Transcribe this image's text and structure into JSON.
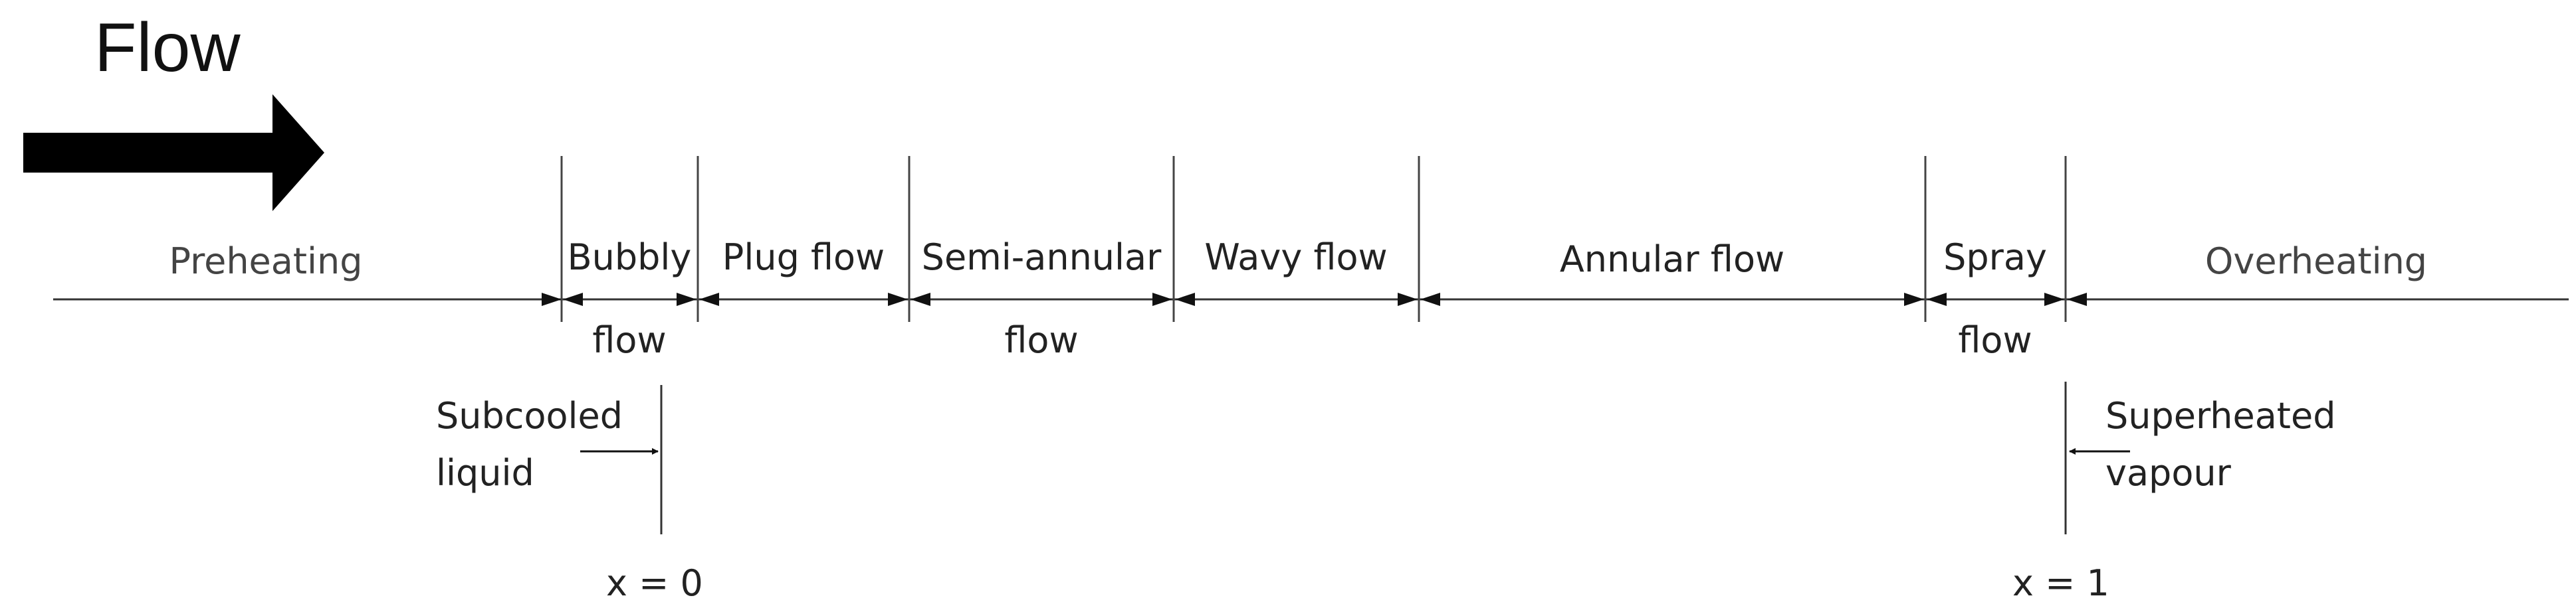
{
  "title": "Flow",
  "regions": {
    "preheating": "Preheating",
    "bubbly": "Bubbly",
    "bubbly_sub": "flow",
    "plug": "Plug flow",
    "semi": "Semi-annular",
    "semi_sub": "flow",
    "wavy": "Wavy flow",
    "annular": "Annular flow",
    "spray": "Spray",
    "spray_sub": "flow",
    "overheating": "Overheating"
  },
  "markers": {
    "subcooled_1": "Subcooled",
    "subcooled_2": "liquid",
    "superheated_1": "Superheated",
    "superheated_2": "vapour",
    "x0": "x  = 0",
    "x1": "x  = 1"
  },
  "colors": {
    "line": "#333333",
    "arrow": "#000000"
  }
}
